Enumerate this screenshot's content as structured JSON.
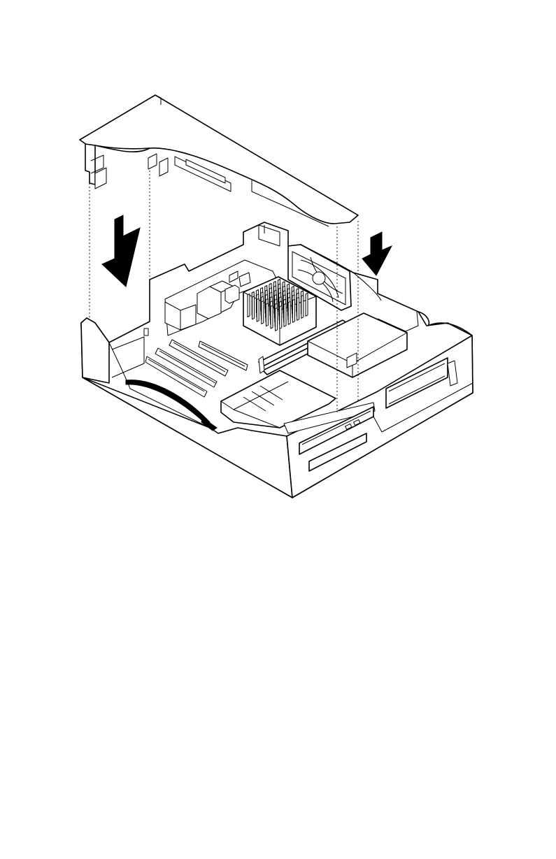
{
  "figure": {
    "background": "#ffffff",
    "line_color": "#000000",
    "parts": [
      "riser-card-assembly",
      "computer-chassis",
      "system-board",
      "pci-slots",
      "processor-heatsink",
      "memory-modules",
      "system-fan",
      "power-supply",
      "drive-bay",
      "optical-drive",
      "diskette-drive",
      "install-arrow-left",
      "install-arrow-right"
    ]
  }
}
